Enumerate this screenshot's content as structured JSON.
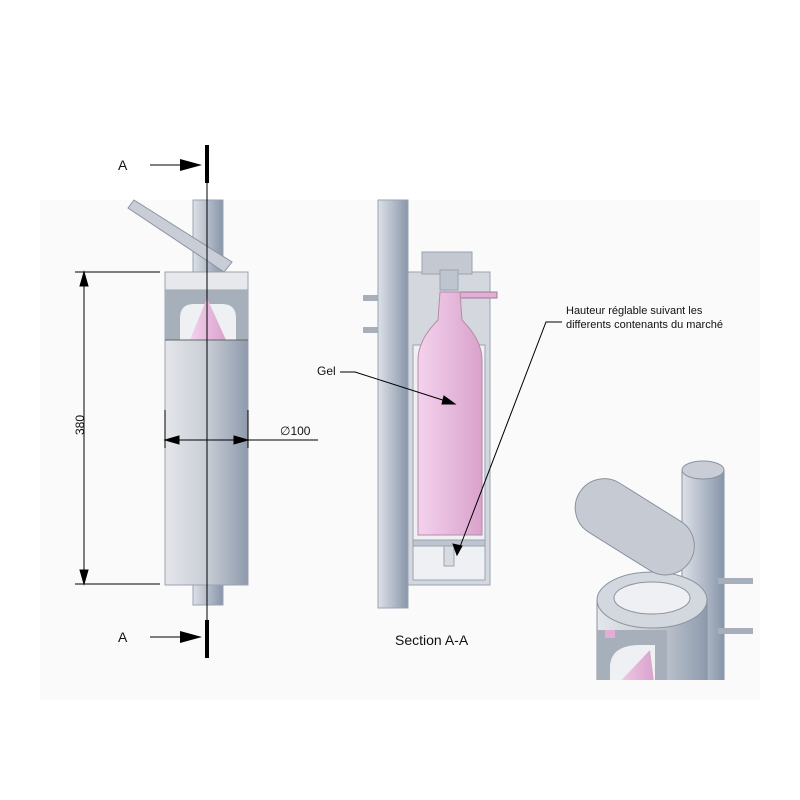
{
  "section_labels": {
    "top": "A",
    "bottom": "A"
  },
  "dimensions": {
    "height": "380",
    "diameter": "∅100"
  },
  "section_title": "Section A-A",
  "callouts": {
    "gel": "Gel",
    "adjustable_line1": "Hauteur réglable suivant les",
    "adjustable_line2": "differents contenants du marché"
  },
  "colors": {
    "metal": "#b9c0cc",
    "gel": "#e7b6dc",
    "line": "#000000"
  }
}
